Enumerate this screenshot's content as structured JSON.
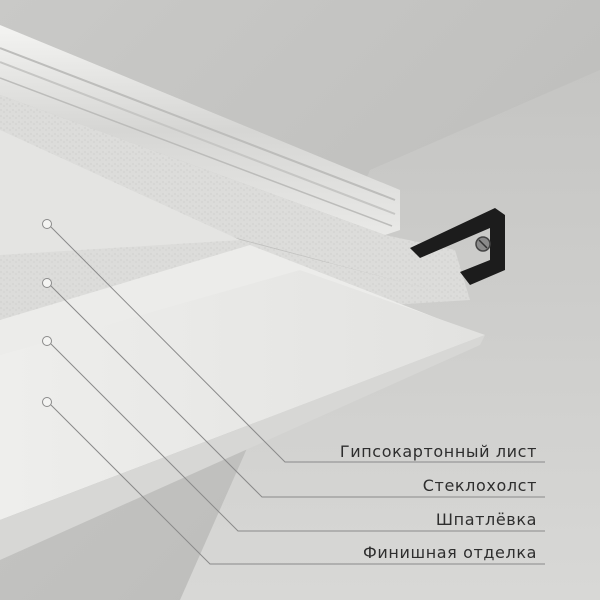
{
  "diagram": {
    "callouts": [
      {
        "id": "drywall",
        "label": "Гипсокартонный лист"
      },
      {
        "id": "fiberglass",
        "label": "Стеклохолст"
      },
      {
        "id": "putty",
        "label": "Шпатлёвка"
      },
      {
        "id": "finish",
        "label": "Финишная отделка"
      }
    ]
  }
}
